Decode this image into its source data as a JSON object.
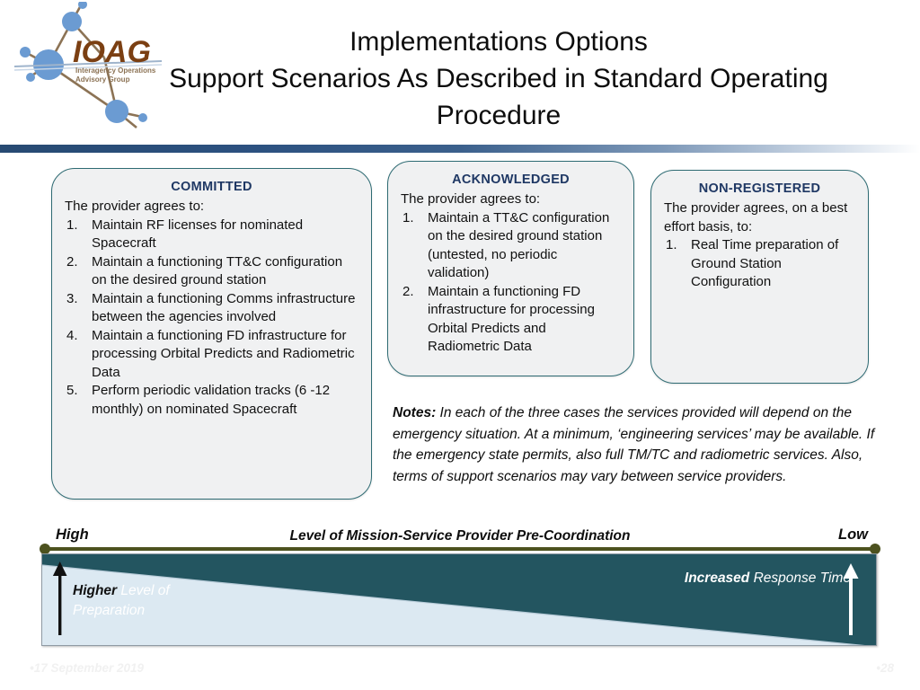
{
  "slide": {
    "title_line1": "Implementations Options",
    "title_line2": "Support Scenarios As Described in Standard Operating",
    "title_line3": "Procedure"
  },
  "logo": {
    "wordmark": "IOAG",
    "subtitle_line1": "Interagency Operations",
    "subtitle_line2": "Advisory Group",
    "wordmark_color": "#7b3f12",
    "node_color": "#6b9bd2",
    "link_color": "#8c7355"
  },
  "divider": {
    "color_left": "#274a72",
    "color_right": "#ffffff"
  },
  "cards": [
    {
      "id": "committed",
      "title": "COMMITTED",
      "lead": "The provider agrees to:",
      "items": [
        "Maintain RF licenses for nominated Spacecraft",
        "Maintain a functioning TT&C configuration on the desired ground station",
        "Maintain a functioning Comms infrastructure between the agencies involved",
        "Maintain a functioning FD infrastructure for processing Orbital Predicts and Radiometric Data",
        "Perform periodic validation tracks (6 -12 monthly) on nominated Spacecraft"
      ]
    },
    {
      "id": "acknowledged",
      "title": "ACKNOWLEDGED",
      "lead": "The provider agrees to:",
      "items": [
        "Maintain a TT&C configuration on the desired ground station (untested, no periodic validation)",
        "Maintain a functioning FD infrastructure for processing Orbital Predicts and Radiometric Data"
      ]
    },
    {
      "id": "nonregistered",
      "title": "NON-REGISTERED",
      "lead": "The provider agrees, on a best effort basis, to:",
      "items": [
        "Real Time preparation of Ground Station Configuration"
      ]
    }
  ],
  "notes": {
    "label": "Notes:",
    "text": " In each of the three cases the services provided will depend on the emergency situation. At a minimum, ‘engineering services’ may be available. If the emergency state permits, also full TM/TC and radiometric services. Also, terms of support scenarios may vary between service providers."
  },
  "diagram": {
    "axis_title": "Level of Mission-Service Provider Pre-Coordination",
    "axis_left_label": "High",
    "axis_right_label": "Low",
    "axis_color": "#4d521f",
    "left_label_strong": "Higher",
    "left_label_rest": " Level of Preparation",
    "right_label_strong": "Increased",
    "right_label_rest": " Response Time",
    "wedge_color_fill": "#dce9f2",
    "wedge_color_dark": "#235560",
    "left_arrow_color": "#111111",
    "right_arrow_color": "#ffffff"
  },
  "footer": {
    "date": "•17 September 2019",
    "page": "•28"
  }
}
